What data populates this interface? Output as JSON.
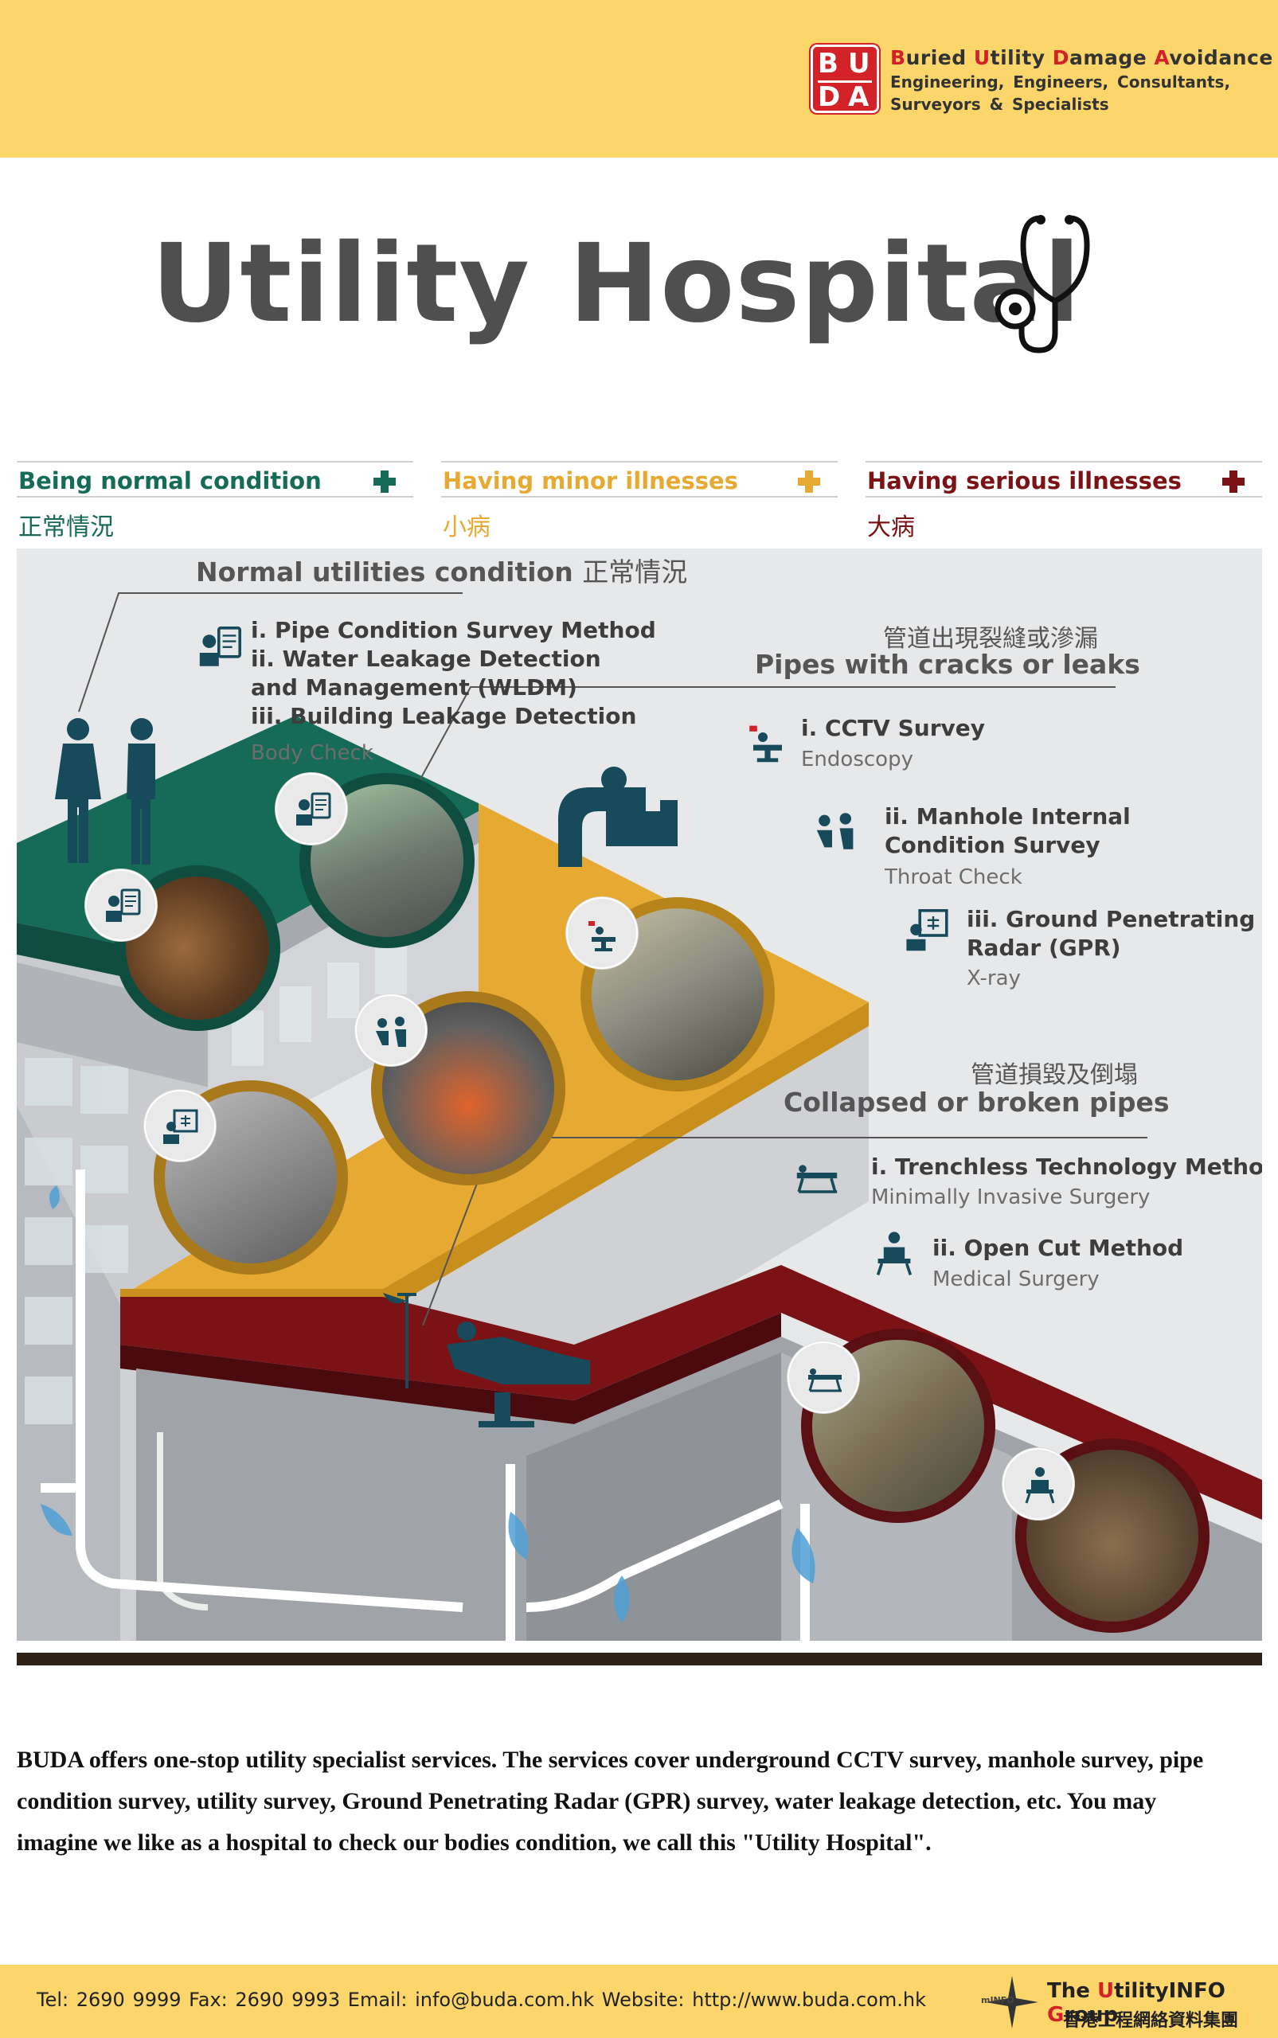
{
  "header": {
    "logo_letters": [
      "B",
      "U",
      "D",
      "A"
    ],
    "brand_line1_parts": [
      {
        "cap": "B",
        "rest": "uried"
      },
      {
        "cap": "U",
        "rest": "tility"
      },
      {
        "cap": "D",
        "rest": "amage"
      },
      {
        "cap": "A",
        "rest": "voidance"
      }
    ],
    "brand_line2": "Engineering, Engineers, Consultants,",
    "brand_line3": "Surveyors & Specialists"
  },
  "title": "Utility Hospital",
  "categories": [
    {
      "en": "Being normal condition",
      "zh": "正常情況",
      "color": "#166a58"
    },
    {
      "en": "Having minor illnesses",
      "zh": "小病",
      "color": "#e6a932"
    },
    {
      "en": "Having serious illnesses",
      "zh": "大病",
      "color": "#7b1216"
    }
  ],
  "normal": {
    "heading_en": "Normal utilities condition",
    "heading_zh": "正常情況",
    "items": [
      "i. Pipe Condition Survey Method",
      "ii. Water Leakage Detection",
      "and Management (WLDM)",
      "iii. Building Leakage Detection"
    ],
    "analogy": "Body Check"
  },
  "minor": {
    "heading_zh": "管道出現裂縫或滲漏",
    "heading_en": "Pipes with cracks or leaks",
    "items": [
      {
        "label": "i. CCTV Survey",
        "analogy": "Endoscopy"
      },
      {
        "label": "ii. Manhole Internal",
        "label2": "Condition Survey",
        "analogy": "Throat Check"
      },
      {
        "label": "iii. Ground Penetrating",
        "label2": "Radar (GPR)",
        "analogy": "X-ray"
      }
    ]
  },
  "serious": {
    "heading_zh": "管道損毀及倒塌",
    "heading_en": "Collapsed or broken pipes",
    "items": [
      {
        "label": "i. Trenchless Technology Method",
        "analogy": "Minimally Invasive Surgery"
      },
      {
        "label": "ii. Open Cut Method",
        "analogy": "Medical Surgery"
      }
    ]
  },
  "paragraph": {
    "line1": "BUDA offers one-stop utility specialist services. The services cover underground CCTV survey, manhole survey, pipe",
    "line2": "condition survey, utility survey, Ground Penetrating Radar (GPR) survey, water leakage detection, etc. You may",
    "line3": "imagine we like as a hospital to check our bodies condition, we call this \"Utility Hospital\"."
  },
  "footer": {
    "contact": "Tel: 2690 9999   Fax: 2690 9993   Email: info@buda.com.hk   Website: http://www.buda.com.hk",
    "group_prefix": "The ",
    "group_u": "U",
    "group_mid": "tilityINFO ",
    "group_g": "G",
    "group_end": "roup",
    "group_zh": "香港工程網絡資料集團",
    "mini_logo": "mINFO"
  },
  "colors": {
    "yellow": "#fdd66b",
    "green": "#166a58",
    "gold": "#e6a932",
    "maroon": "#7b1216",
    "red": "#d32128",
    "icon_teal": "#174a5a"
  }
}
